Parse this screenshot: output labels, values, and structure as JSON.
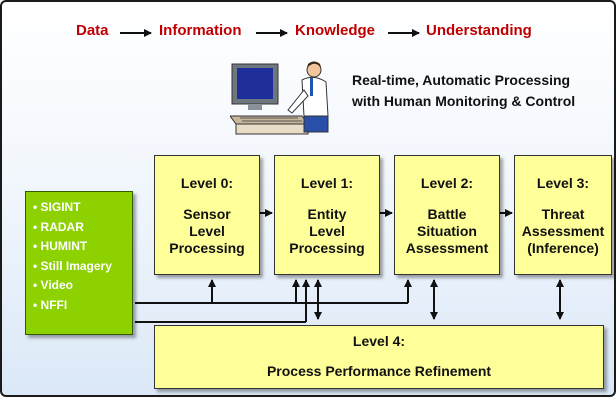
{
  "flow": {
    "steps": [
      "Data",
      "Information",
      "Knowledge",
      "Understanding"
    ]
  },
  "subtitle": {
    "line1": "Real-time, Automatic Processing",
    "line2": "with Human Monitoring & Control"
  },
  "sources": {
    "items": [
      "• SIGINT",
      "• RADAR",
      "• HUMINT",
      "• Still Imagery",
      "• Video",
      "• NFFI"
    ]
  },
  "levels": [
    {
      "title": "Level 0:",
      "desc": "Sensor\nLevel\nProcessing"
    },
    {
      "title": "Level 1:",
      "desc": "Entity\nLevel\nProcessing"
    },
    {
      "title": "Level 2:",
      "desc": "Battle\nSituation\nAssessment"
    },
    {
      "title": "Level 3:",
      "desc": "Threat\nAssessment\n(Inference)"
    }
  ],
  "level4": {
    "title": "Level 4:",
    "desc": "Process Performance Refinement"
  },
  "colors": {
    "flow_text": "#c00000",
    "box_fill": "#ffff99",
    "sources_fill": "#8dd200",
    "sources_text": "#ffffff"
  }
}
